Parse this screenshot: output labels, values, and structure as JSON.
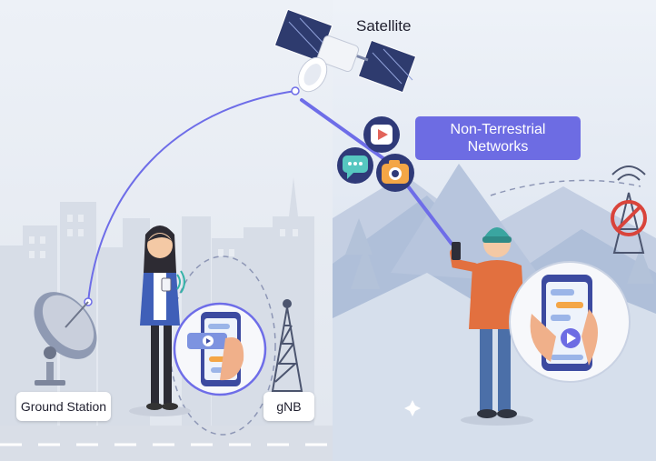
{
  "labels": {
    "satellite": "Satellite",
    "ntn_line1": "Non-Terrestrial",
    "ntn_line2": "Networks",
    "ground_station": "Ground Station",
    "gnb": "gNB"
  },
  "icons": [
    "satellite-icon",
    "play-icon",
    "chat-icon",
    "camera-icon",
    "dish-antenna-icon",
    "cell-tower-icon",
    "no-signal-tower-icon",
    "smartphone-icon"
  ],
  "colors": {
    "accent": "#6d6ce3",
    "link_line": "#6e6de8",
    "city_bg": "#e3e8f0",
    "mountain_bg": "#cdd7e8",
    "person_jacket_blue": "#3f5fb8",
    "person_jacket_orange": "#e2703f",
    "beanie": "#3aa5a0"
  }
}
